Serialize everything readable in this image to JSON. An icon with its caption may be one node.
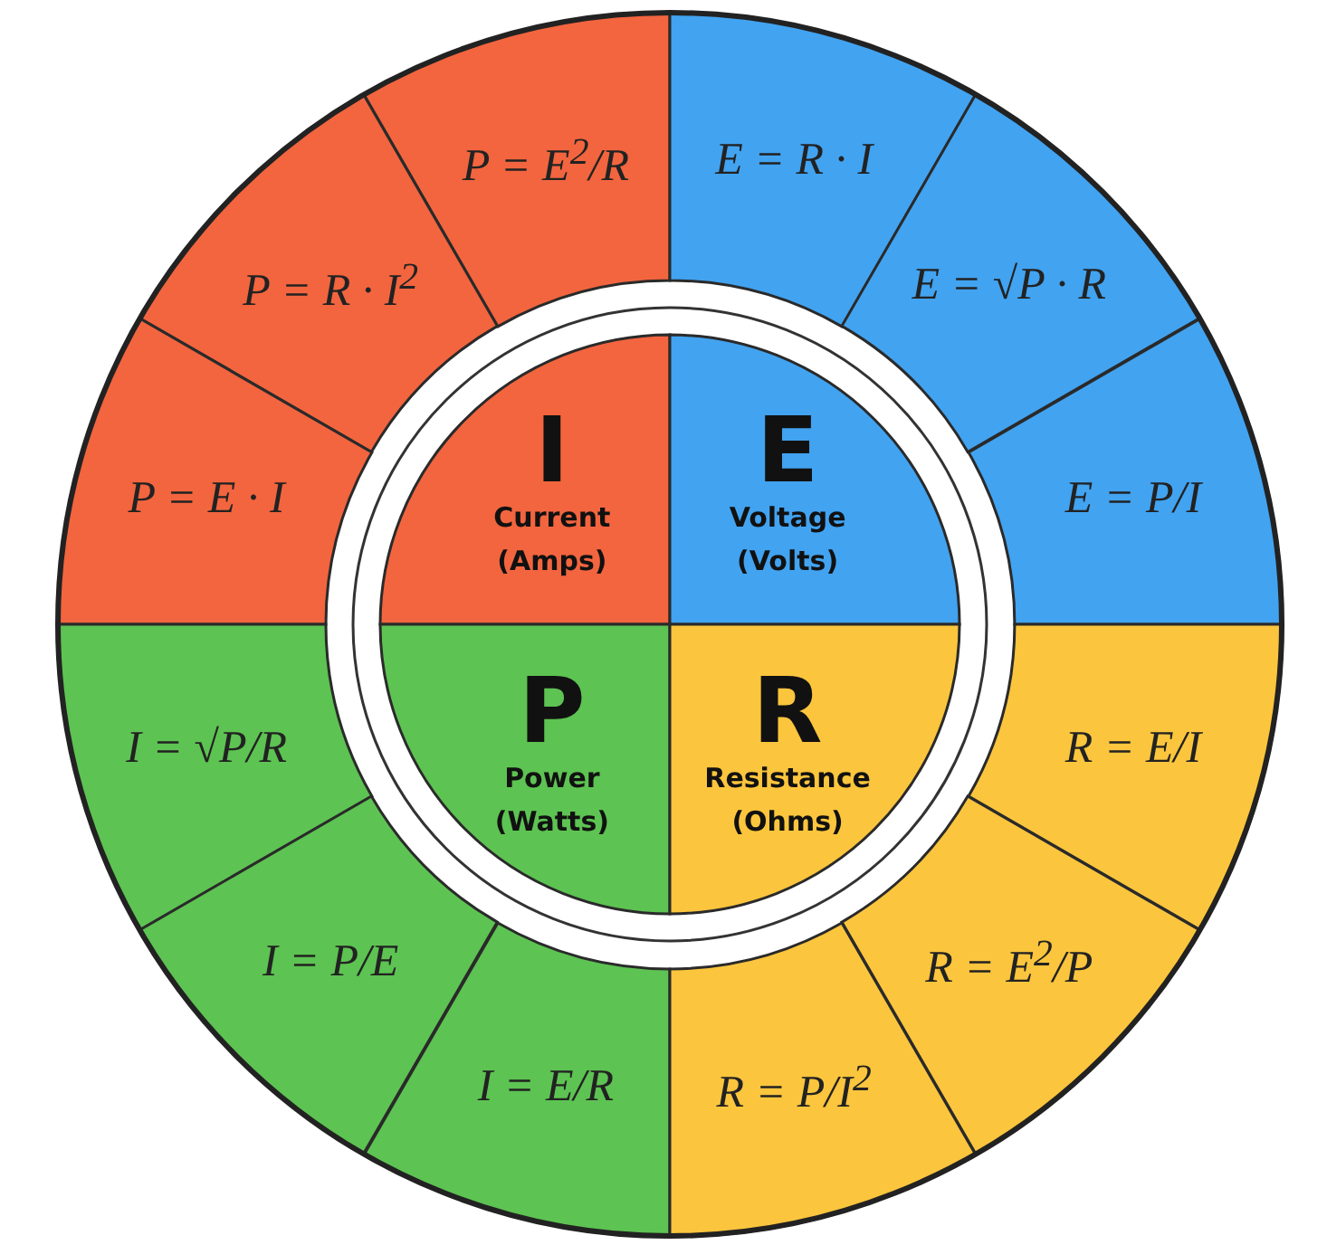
{
  "diagram": {
    "nodes": [
      {
        "text": [
          "I",
          "Current (Amps)"
        ]
      },
      {
        "text": [
          "E",
          "Voltage (Volts)"
        ]
      },
      {
        "text": [
          "P",
          "Power (Watts)"
        ]
      },
      {
        "text": [
          "R",
          "Resistance (Ohms)"
        ]
      },
      {
        "text": [
          "P = E$^{2}$/R"
        ]
      },
      {
        "text": [
          "P = R · I$^{2}$"
        ]
      },
      {
        "text": [
          "P = E · I"
        ]
      },
      {
        "text": [
          "E = R · I"
        ]
      },
      {
        "text": [
          "E = √P · R"
        ]
      },
      {
        "text": [
          "E = P/I"
        ]
      },
      {
        "text": [
          "I = √P/R"
        ]
      },
      {
        "text": [
          "I = P/E"
        ]
      },
      {
        "text": [
          "I = E/R"
        ]
      },
      {
        "text": [
          "R = E/I"
        ]
      },
      {
        "text": [
          "R = E$^{2}$/P"
        ]
      },
      {
        "text": [
          "R = P/I$^{2}$"
        ]
      }
    ]
  }
}
